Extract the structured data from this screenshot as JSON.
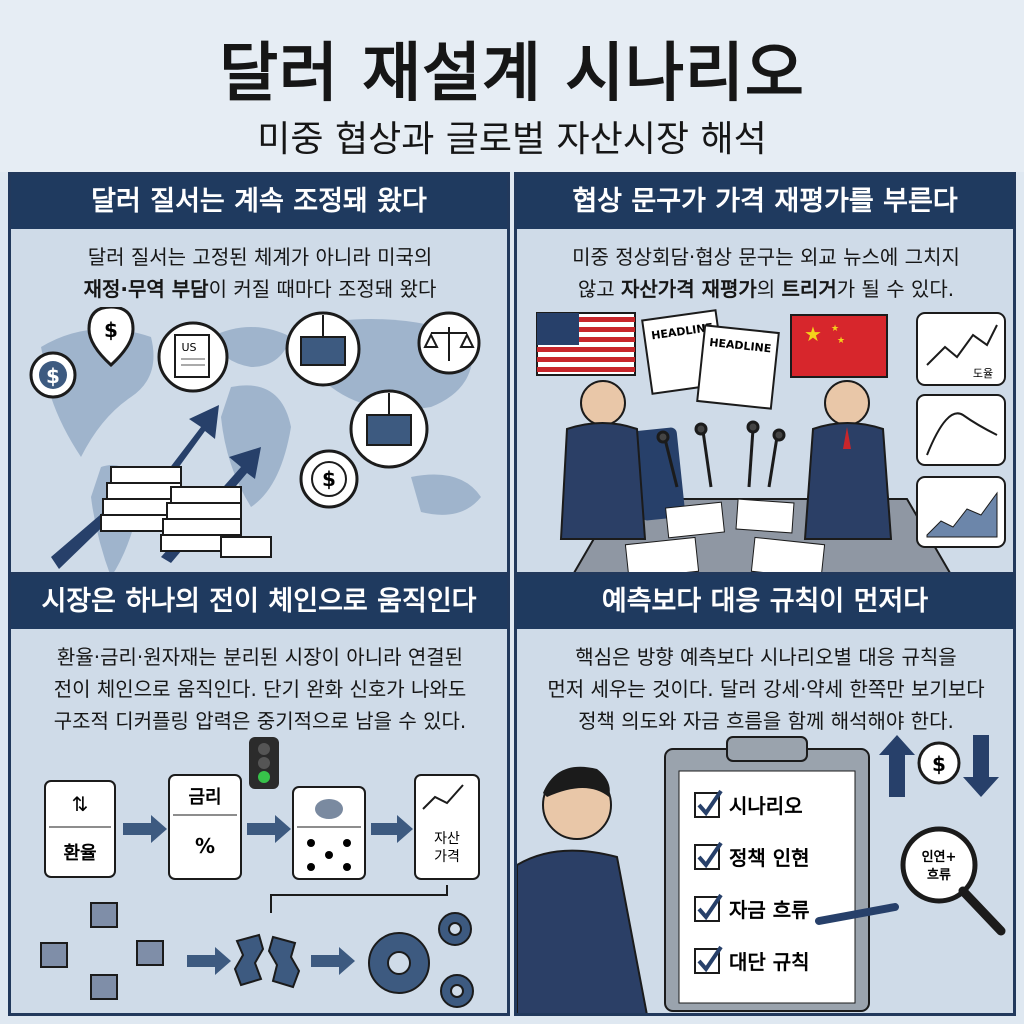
{
  "header": {
    "title": "달러 재설계 시나리오",
    "subtitle": "미중 협상과 글로벌 자산시장 해석"
  },
  "panel1": {
    "heading": "달러 질서는 계속 조정돼 왔다",
    "line1": "달러 질서는 고정된 체계가 아니라 미국의",
    "line2_bold": "재정·무역 부담",
    "line2_rest": "이 커질 때마다 조정돼 왔다",
    "doc_label": "US"
  },
  "panel2": {
    "heading": "협상 문구가 가격 재평가를 부른다",
    "line1": "미중 정상회담·협상 문구는 외교 뉴스에 그치지",
    "line2_pre": "않고 ",
    "line2_bold": "자산가격 재평가",
    "line2_mid": "의 ",
    "line2_bold2": "트리거",
    "line2_rest": "가 될 수 있다.",
    "headline1": "HEADLINE",
    "headline2": "HEADLINE",
    "chart_label": "도율"
  },
  "panel3": {
    "heading": "시장은 하나의 전이 체인으로 움직인다",
    "line1": "환율·금리·원자재는 분리된 시장이 아니라 연결된",
    "line2": "전이 체인으로 움직인다. 단기 완화 신호가 나와도",
    "line3": "구조적 디커플링 압력은 중기적으로 남을 수 있다.",
    "card1": "환율",
    "card2_top": "금리",
    "card2_bottom": "%",
    "card4_l1": "자산",
    "card4_l2": "가격"
  },
  "panel4": {
    "heading": "예측보다 대응 규칙이 먼저다",
    "line1": "핵심은 방향 예측보다 시나리오별 대응 규칙을",
    "line2": "먼저 세우는 것이다. 달러 강세·약세 한쪽만 보기보다",
    "line3": "정책 의도와 자금 흐름을 함께 해석해야 한다.",
    "checklist": [
      "시나리오",
      "정책 인현",
      "자금 흐류",
      "대단 규칙"
    ],
    "magnifier_l1": "인연+",
    "magnifier_l2": "흐류"
  },
  "colors": {
    "navy": "#1f3a5f",
    "panel_bg": "#cfdbe8",
    "accent_red": "#c8262b"
  }
}
